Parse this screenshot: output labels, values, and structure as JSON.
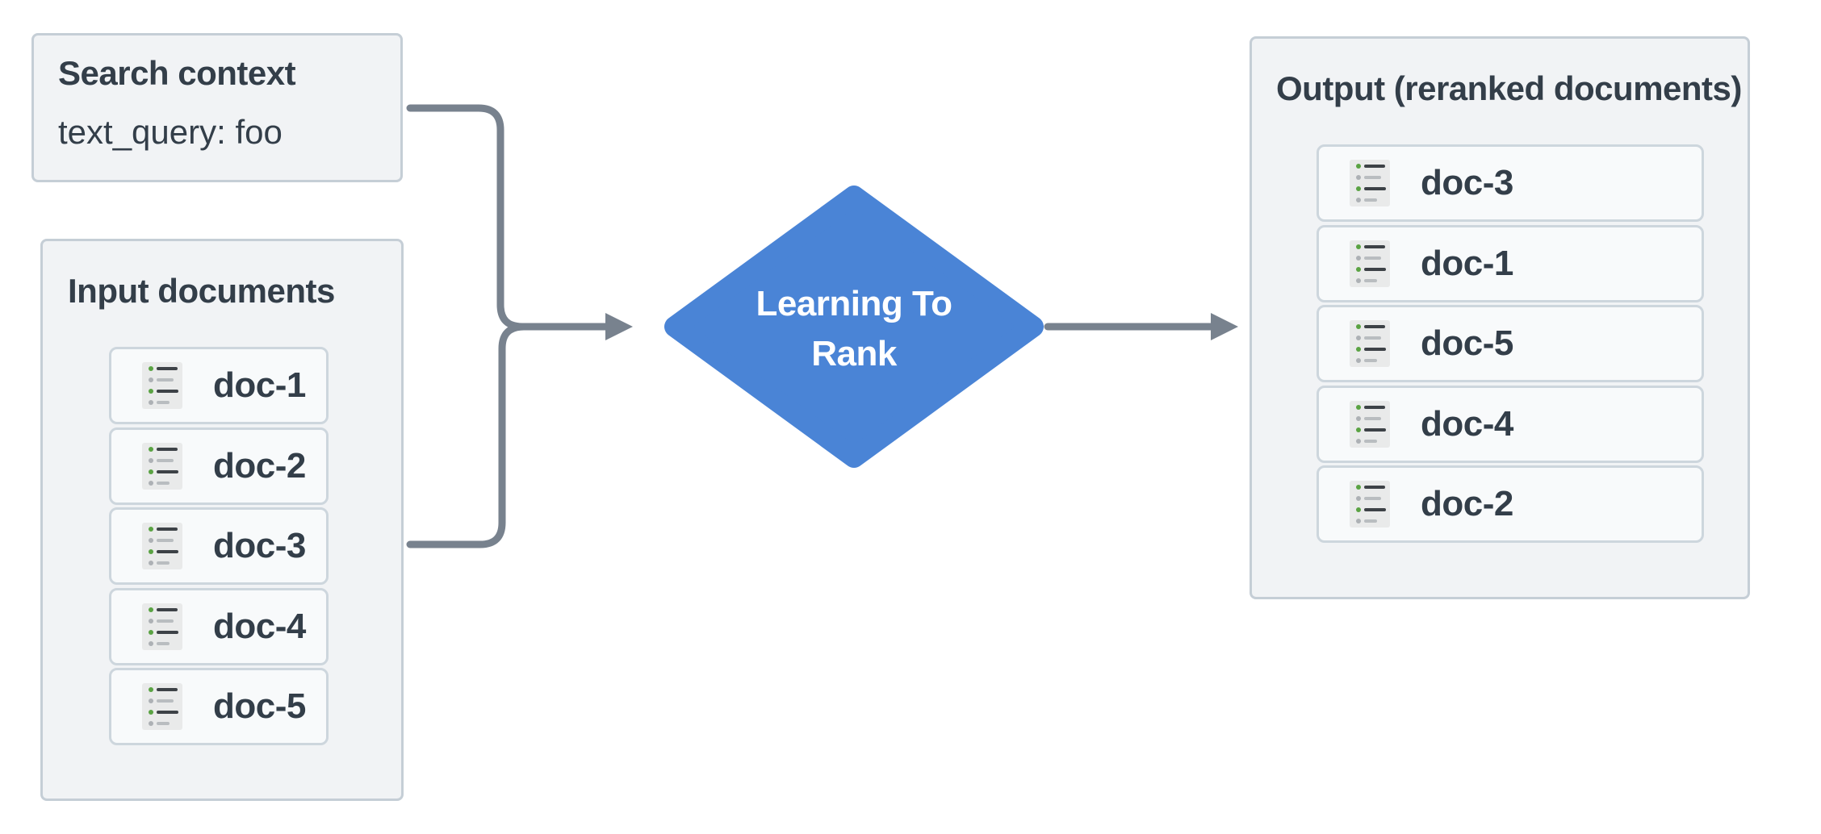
{
  "search_context": {
    "title": "Search context",
    "query": "text_query: foo"
  },
  "input_documents": {
    "title": "Input documents",
    "items": [
      "doc-1",
      "doc-2",
      "doc-3",
      "doc-4",
      "doc-5"
    ]
  },
  "process": {
    "label": "Learning To Rank",
    "lines": [
      "Learning To",
      "Rank"
    ]
  },
  "output_documents": {
    "title": "Output (reranked documents)",
    "items": [
      "doc-3",
      "doc-1",
      "doc-5",
      "doc-4",
      "doc-2"
    ]
  },
  "colors": {
    "diamond_blue": "#4a84d6",
    "diamond_text": "#ffffff",
    "arrow_gray": "#78828e",
    "box_bg": "#f1f3f5",
    "box_border": "#c5ced6",
    "row_bg": "#f8fafb",
    "row_border": "#cdd6dd",
    "text_dark": "#333e49",
    "icon_bg": "#e9eaea",
    "icon_line_dark": "#3d4247",
    "icon_line_gray": "#b9bdc0",
    "icon_dot_green": "#5aa343",
    "icon_dot_gray": "#adb1b5"
  }
}
